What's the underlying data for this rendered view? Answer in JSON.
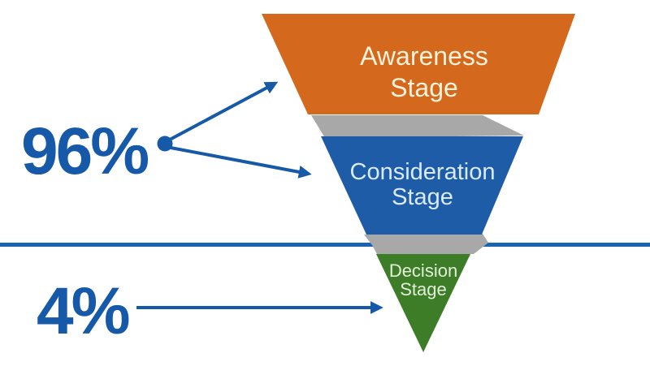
{
  "funnel": {
    "stages": [
      {
        "name": "Awareness Stage",
        "line1": "Awareness",
        "line2": "Stage",
        "fill": "#D4691E",
        "text_color": "#FCF2DA"
      },
      {
        "name": "Consideration Stage",
        "line1": "Consideration",
        "line2": "Stage",
        "fill": "#1F5CA8",
        "text_color": "#D9EAF8"
      },
      {
        "name": "Decision Stage",
        "line1": "Decision",
        "line2": "Stage",
        "fill": "#3E7D28",
        "text_color": "#E2F0D9"
      }
    ],
    "connector_color": "#A9A8A8"
  },
  "annotations": {
    "top_percentage": "96%",
    "bottom_percentage": "4%",
    "accent_color": "#1559A8",
    "divider_color": "#1A64B2"
  }
}
